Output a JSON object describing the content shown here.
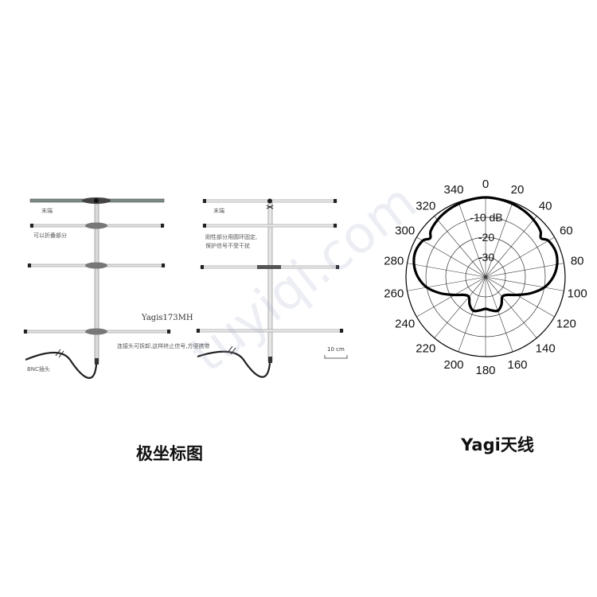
{
  "diagram": {
    "labels_left": {
      "director": "末端",
      "foldable": "可以折叠部分",
      "bnc": "BNC插头",
      "model": "Yagis173MH",
      "detachable": "连接头可拆卸,这样终止信号,方便携带"
    },
    "labels_right": {
      "director": "末端",
      "fixed_note_line1": "刚性部分用圆环固定,",
      "fixed_note_line2": "保护信号不受干扰",
      "scale_bar": "10 cm"
    },
    "caption_left": "极坐标图",
    "caption_right": "Yagi天线"
  },
  "polar": {
    "angle_labels": [
      "0",
      "20",
      "40",
      "60",
      "80",
      "100",
      "120",
      "140",
      "160",
      "180",
      "200",
      "220",
      "240",
      "260",
      "280",
      "300",
      "320",
      "340"
    ],
    "ring_labels": [
      "-10 dB",
      "-20",
      "-30"
    ],
    "pattern_gain_db": [
      [
        0,
        0
      ],
      [
        10,
        -0.3
      ],
      [
        20,
        -0.8
      ],
      [
        30,
        -1.5
      ],
      [
        40,
        -2.5
      ],
      [
        50,
        -4
      ],
      [
        55,
        -6
      ],
      [
        60,
        -3.5
      ],
      [
        70,
        -2.5
      ],
      [
        80,
        -3.5
      ],
      [
        90,
        -6
      ],
      [
        100,
        -10
      ],
      [
        110,
        -16
      ],
      [
        120,
        -22
      ],
      [
        130,
        -26
      ],
      [
        140,
        -27
      ],
      [
        150,
        -24
      ],
      [
        160,
        -22
      ],
      [
        170,
        -23
      ],
      [
        180,
        -24
      ],
      [
        190,
        -23
      ],
      [
        200,
        -22
      ],
      [
        210,
        -24
      ],
      [
        220,
        -27
      ],
      [
        230,
        -26
      ],
      [
        240,
        -22
      ],
      [
        250,
        -16
      ],
      [
        260,
        -10
      ],
      [
        270,
        -6
      ],
      [
        280,
        -3.5
      ],
      [
        290,
        -2.5
      ],
      [
        300,
        -3.5
      ],
      [
        305,
        -6
      ],
      [
        310,
        -4
      ],
      [
        320,
        -2.5
      ],
      [
        330,
        -1.5
      ],
      [
        340,
        -0.8
      ],
      [
        350,
        -0.3
      ]
    ]
  },
  "watermark": "tuyiqi.com"
}
